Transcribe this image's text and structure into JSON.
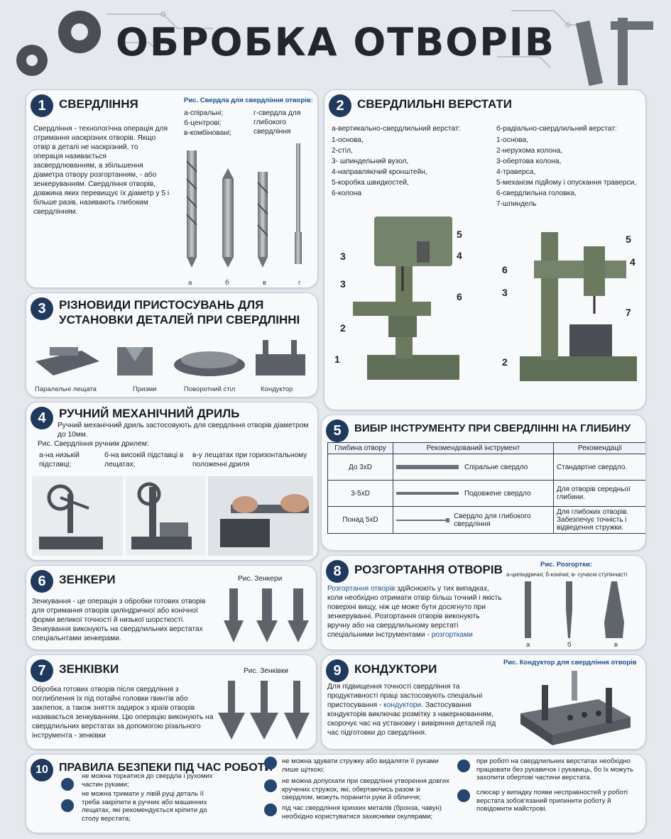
{
  "page_title": "ОБРОБКА ОТВОРІВ",
  "s1": {
    "num": "1",
    "title": "СВЕРДЛІННЯ",
    "fig_caption": "Рис. Свердла для свердління отворів:",
    "legend_a": "а-спіральні;",
    "legend_b": "б-центрові;",
    "legend_v": "в-комбіновані;",
    "legend_g": "г-свердла для глибокого свердління",
    "text": "Свердління - технологічна операція для отримання наскрізних отворів. Якщо отвір в деталі не наскрізний, то операція називається засвердлюванням, а збільшення діаметра отвору розгортанням, - або зенкеруванням. Свердління отворів, довжина яких перевищує їх діаметр у 5 і більше разів, називають глибоким свердлінням.",
    "letters": [
      "а",
      "б",
      "в",
      "г"
    ]
  },
  "s2": {
    "num": "2",
    "title": "СВЕРДЛИЛЬНІ ВЕРСТАТИ",
    "left_head": "а-вертикально-свердлильний верстат:",
    "left_items": [
      "1-основа,",
      "2-стіл,",
      "3- шпиндельний вузол,",
      "4-направляючий кронштейн,",
      "5-коробка швидкостей,",
      "6-колона"
    ],
    "right_head": "б-радіально-свердлильний верстат:",
    "right_items": [
      "1-основа,",
      "2-нерухома колона,",
      "3-обертова колона,",
      "4-траверса,",
      "5-механізм підйому і опускання траверси,",
      "6-свердлильна головка,",
      "7-шпиндель"
    ],
    "labels_left": [
      "5",
      "3",
      "4",
      "3",
      "6",
      "2",
      "1"
    ],
    "labels_right": [
      "5",
      "6",
      "4",
      "3",
      "7",
      "2"
    ]
  },
  "s3": {
    "num": "3",
    "title_line1": "РІЗНОВИДИ ПРИСТОСУВАНЬ ДЛЯ",
    "title_line2": "УСТАНОВКИ ДЕТАЛЕЙ ПРИ СВЕРДЛІННІ",
    "captions": [
      "Паралельні лещата",
      "Призми",
      "Поворотний стіл",
      "Кондуктор"
    ]
  },
  "s4": {
    "num": "4",
    "title": "РУЧНИЙ МЕХАНІЧНИЙ ДРИЛЬ",
    "intro": "Ручний механічний дриль застосовують для свердління отворів діаметром до 10мм.",
    "fig_caption": "Рис. Свердління ручним дрилем:",
    "a": "а-на низькій підставці;",
    "b": "б-на високій підставці в лещатах;",
    "v": "в-у лещатах при горизонтальному положенні дриля"
  },
  "s5": {
    "num": "5",
    "title": "ВИБІР ІНСТРУМЕНТУ ПРИ СВЕРДЛІННІ НА ГЛИБИНУ",
    "headers": [
      "Глибина отвору",
      "Рекомендований інструмент",
      "Рекомендації"
    ],
    "rows": [
      {
        "depth": "До 3xD",
        "tool": "Спіральне свердло",
        "rec": "Стандартне свердло."
      },
      {
        "depth": "3-5xD",
        "tool": "Подовжене свердло",
        "rec": "Для отворів середньої глибини."
      },
      {
        "depth": "Понад 5xD",
        "tool": "Свердло для глибокого свердління",
        "rec": "Для глибоких отворів. Забезпечує точність і відведення стружки."
      }
    ]
  },
  "s6": {
    "num": "6",
    "title": "ЗЕНКЕРИ",
    "fig_caption": "Рис. Зенкери",
    "text": "Зенкування - це операція з обробки готових отворів для отримання отворів циліндричної або конічної форми великої точності й низької шорсткості. Зенкування виконують на свердлильних верстатах спеціальнтами зенкерами."
  },
  "s7": {
    "num": "7",
    "title": "ЗЕНКІВКИ",
    "fig_caption": "Рис. Зенківки",
    "text": "Обробка готових отворів після свердління з поглиблення їх під потайні головки гвинтів або заклепок, а також зняття задирок з країв отворів називається зенкуванням. Цю операцію виконують на свердлильних верстатах за допомогою різального інструмента - зенківки"
  },
  "s8": {
    "num": "8",
    "title": "РОЗГОРТАННЯ ОТВОРІВ",
    "fig_caption": "Рис. Розгортки:",
    "legend": "а-циліндричні;  б-конічні;  в- сучасні ступінчасті",
    "term1": "Розгортання отворів",
    "text1": " здійснюють у тих випадках, коли необхідно отримати отвір більш точний і якість поверхні вищу, ніж це може бути досягнуто при зенкеруванні. Розгортання отворів виконують вручну або на свердлильному верстаті спеціальними інструментами - ",
    "term2": "розгортками",
    "letters": [
      "а",
      "б",
      "в"
    ]
  },
  "s9": {
    "num": "9",
    "title": "КОНДУКТОРИ",
    "fig_caption": "Рис. Кондуктор для свердління отворів",
    "text1": "Для підвищення точності свердління та продуктивності праці застосовують спеціальні пристосування - ",
    "term": "кондуктори.",
    "text2": " Застосування кондукторів виключає розмітку з накернюванням, скорочує час на установку і вивіряння деталей під час підготовки до свердління."
  },
  "s10": {
    "num": "10",
    "title": "ПРАВИЛА БЕЗПЕКИ ПІД ЧАС РОБОТИ",
    "rules": [
      "не можна торкатися до свердла і рухомих частин руками;",
      "не можна тримати у лівій руці деталь її треба закріпити в ручних або машинних лещатах, які рекомендується кріпити до столу верстата;",
      "не можна здувати стружку або видаляти її руками лише щіткою;",
      "не можна допускати при свердлінні утворення довгих кручених стружок, які, обертаючись разом зі свердлом, можуть поранити руки й обличчя;",
      "під час свердління крихких металів (бронза, чавун) необхідно користуватися захисними окулярами;",
      "при роботі на свердлильних верстатах необхідно працювати без рукавичок і рукавиць, бо їх можуть захопити обертові частини верстата.",
      "слюсар у випадку появи несправностей у роботі верстата зобов'язаний припинити роботу й повідомити майстрові."
    ]
  }
}
